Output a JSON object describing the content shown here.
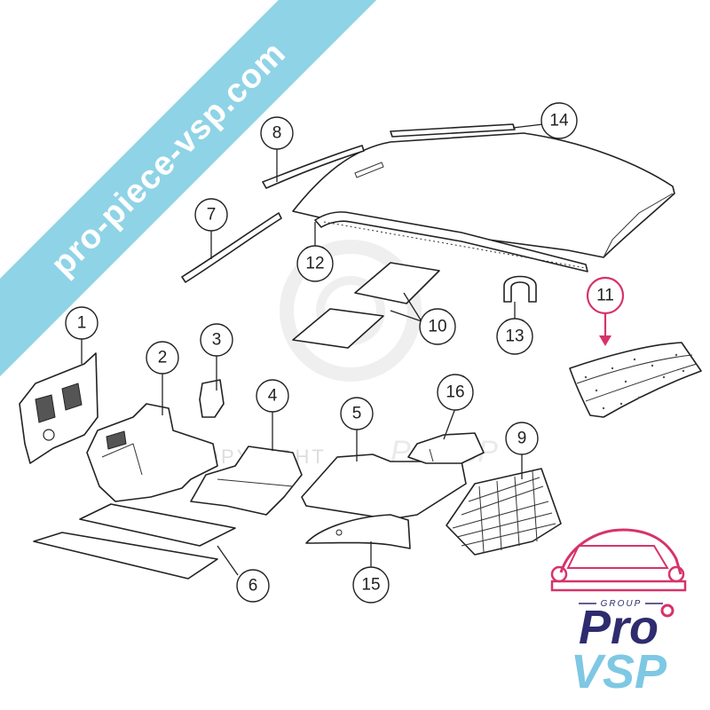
{
  "banner": {
    "text": "pro-piece-vsp.com"
  },
  "watermark": {
    "copyright_text": "COPYRIGHT",
    "brand_text": "ProVSP"
  },
  "callouts": [
    {
      "id": "c1",
      "label": "1"
    },
    {
      "id": "c2",
      "label": "2"
    },
    {
      "id": "c3",
      "label": "3"
    },
    {
      "id": "c4",
      "label": "4"
    },
    {
      "id": "c5",
      "label": "5"
    },
    {
      "id": "c6",
      "label": "6"
    },
    {
      "id": "c7",
      "label": "7"
    },
    {
      "id": "c8",
      "label": "8"
    },
    {
      "id": "c9",
      "label": "9"
    },
    {
      "id": "c10",
      "label": "10"
    },
    {
      "id": "c11",
      "label": "11"
    },
    {
      "id": "c12",
      "label": "12"
    },
    {
      "id": "c13",
      "label": "13"
    },
    {
      "id": "c14",
      "label": "14"
    },
    {
      "id": "c15",
      "label": "15"
    },
    {
      "id": "c16",
      "label": "16"
    }
  ],
  "highlight": {
    "label": "11",
    "color": "#d6336c"
  },
  "logo": {
    "group_text": "GROUP",
    "word_top": "Pro",
    "word_bottom": "VSP",
    "color_dark": "#2e2c6e",
    "color_light": "#7ec8e3",
    "color_accent": "#d6336c"
  },
  "colors": {
    "banner": "#8fd3e6",
    "line": "#222222"
  }
}
